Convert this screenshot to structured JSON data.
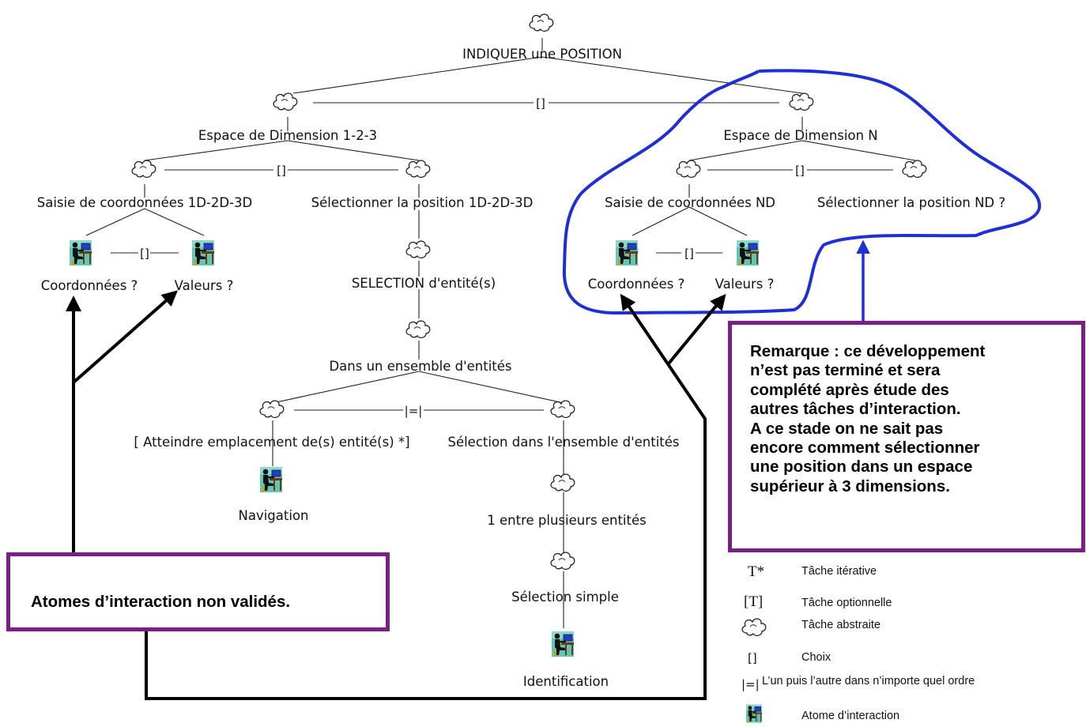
{
  "tree": {
    "root": "INDIQUER une POSITION",
    "choice_symbol": "[]",
    "order_symbol": "|=|",
    "branch_123": "Espace de Dimension 1-2-3",
    "branch_n": "Espace de Dimension N",
    "saisie_123": "Saisie de coordonnées 1D-2D-3D",
    "select_123": "Sélectionner la position 1D-2D-3D",
    "saisie_n": "Saisie de coordonnées ND",
    "select_n": "Sélectionner la position ND ?",
    "coord": "Coordonnées ?",
    "valeurs": "Valeurs ?",
    "coord_n": "Coordonnées ?",
    "valeurs_n": "Valeurs ?",
    "selection_entites": "SELECTION d'entité(s)",
    "dans_ensemble": "Dans un ensemble d'entités",
    "atteindre": "[ Atteindre emplacement de(s) entité(s) *]",
    "selection_ensemble": "Sélection dans l'ensemble d'entités",
    "navigation": "Navigation",
    "un_entre": "1 entre plusieurs entités",
    "selection_simple": "Sélection simple",
    "identification": "Identification"
  },
  "annotations": {
    "note": "Remarque : ce développement\nn’est pas terminé et sera\ncomplété après étude des\nautres tâches d’interaction.\nA ce stade on ne sait pas\nencore comment sélectionner\nune position dans un espace\nsupérieur à 3 dimensions.",
    "atoms": "Atomes d’interaction non validés."
  },
  "legend": {
    "iterative_symbol": "T*",
    "iterative": "Tâche itérative",
    "optional_symbol": "[T]",
    "optional": "Tâche optionnelle",
    "abstract": "Tâche abstraite",
    "choice_symbol": "[]",
    "choice": "Choix",
    "order_symbol": "|=|",
    "order": "L’un puis l’autre dans n’importe quel ordre",
    "atom": "Atome d’interaction"
  },
  "colors": {
    "highlight": "#1f2fd6",
    "box_border": "#7b1f86",
    "arrow_black": "#000000"
  }
}
